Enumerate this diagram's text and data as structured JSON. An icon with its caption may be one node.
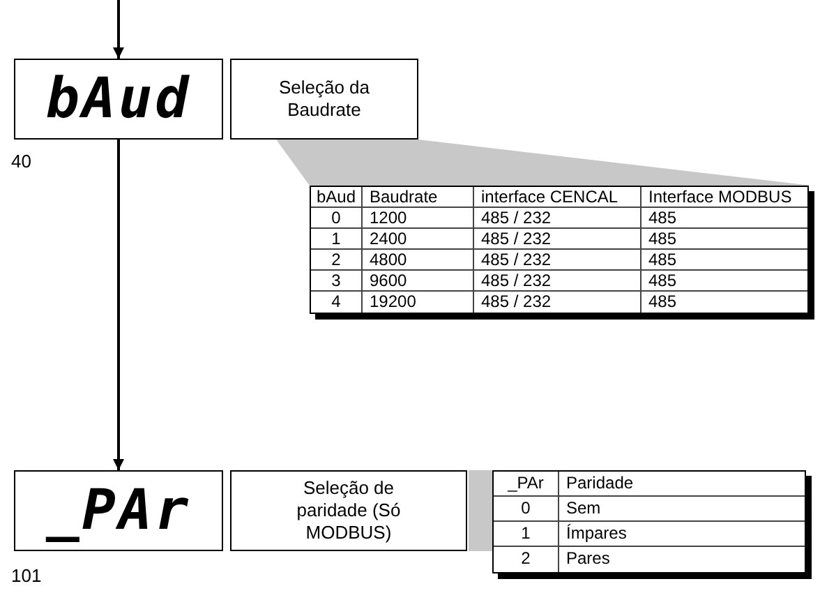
{
  "diagram": {
    "nodes": [
      {
        "text": [
          "bAud"
        ],
        "beside": [
          "40"
        ]
      },
      {
        "text": [
          "Seleção da Baudrate"
        ]
      },
      {
        "text": [
          "_PAr"
        ],
        "beside": [
          "101"
        ]
      },
      {
        "text": [
          "Seleção de paridade (Só MODBUS)"
        ]
      },
      {
        "text": [],
        "shape": "callout"
      },
      {
        "text": [],
        "shape": "bar"
      }
    ],
    "edges": [
      {
        "from": null,
        "to": 0,
        "arrow": "to"
      },
      {
        "from": 0,
        "to": 2,
        "arrow": "to"
      }
    ],
    "labels": [
      "bAud",
      "Baudrate",
      "interface CENCAL",
      "Interface MODBUS",
      "0",
      "1200",
      "485 / 232",
      "485",
      "1",
      "2400",
      "485 / 232",
      "485",
      "2",
      "4800",
      "485 / 232",
      "485",
      "3",
      "9600",
      "485 / 232",
      "485",
      "4",
      "19200",
      "485 / 232",
      "485",
      "_PAr",
      "Paridade",
      "0",
      "Sem",
      "1",
      "Ímpares",
      "2",
      "Pares"
    ]
  }
}
